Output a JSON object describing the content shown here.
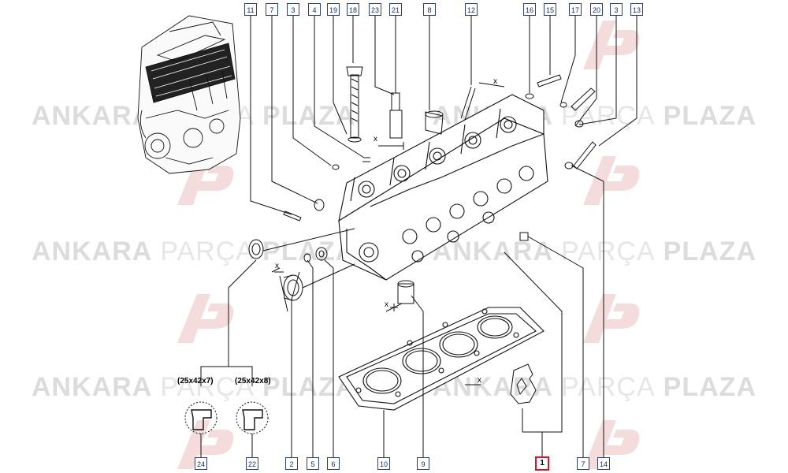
{
  "watermark": {
    "word1": "ANKARA",
    "word2": "PARÇA",
    "word3": "PLAZA"
  },
  "callouts": {
    "top": [
      "11",
      "7",
      "3",
      "4",
      "19",
      "18",
      "23",
      "21",
      "8",
      "12",
      "16",
      "15",
      "17",
      "20",
      "3",
      "13"
    ],
    "bottom": [
      "24",
      "22",
      "2",
      "5",
      "6",
      "10",
      "9",
      "1",
      "7",
      "14"
    ],
    "highlighted": "1"
  },
  "seal_sizes": {
    "left": "(25x42x7)",
    "right": "(25x42x8)"
  },
  "axis_marker": "x",
  "colors": {
    "callout_border": "#2a3f8a",
    "highlight": "#e01020",
    "line": "#111111",
    "watermark": "#dddddd"
  }
}
